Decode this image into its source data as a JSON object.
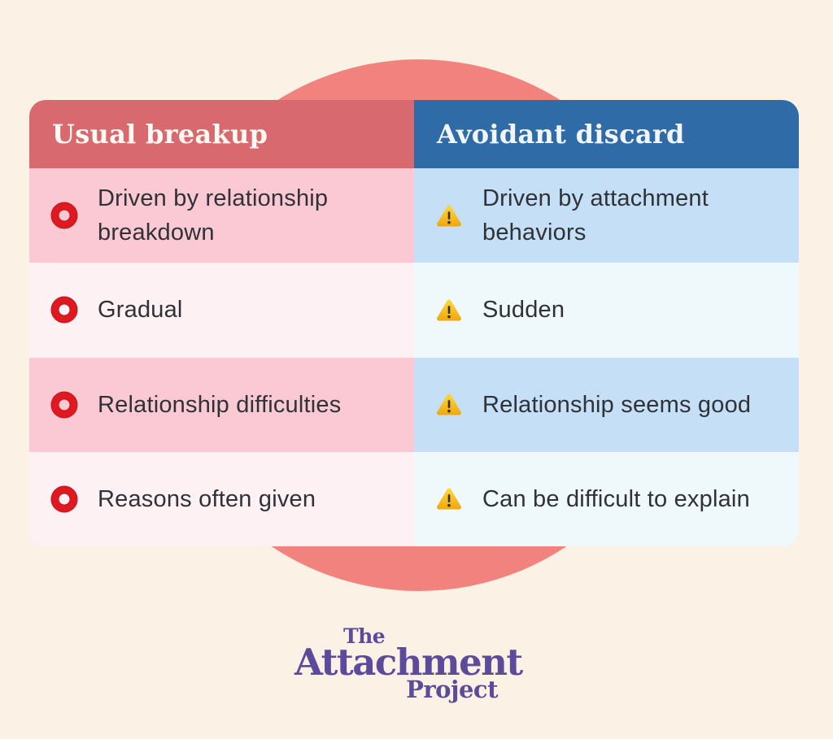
{
  "table": {
    "columns": [
      {
        "id": "usual-breakup",
        "header": "Usual breakup",
        "icon": "circle-outline-icon",
        "rows": [
          "Driven by relationship breakdown",
          "Gradual",
          "Relationship difficulties",
          "Reasons often given"
        ]
      },
      {
        "id": "avoidant-discard",
        "header": "Avoidant discard",
        "icon": "warning-triangle-icon",
        "rows": [
          "Driven by attachment behaviors",
          "Sudden",
          "Relationship seems good",
          "Can be difficult to explain"
        ]
      }
    ]
  },
  "logo": {
    "line1": "The",
    "line2": "Attachment",
    "line3": "Project"
  },
  "colors": {
    "background": "#FBF2E5",
    "decor_circle": "#F2827E",
    "usual_header_bg": "#D8696F",
    "avoidant_header_bg": "#2F6BA6",
    "usual_row_dark": "#FBC9D3",
    "usual_row_light": "#FEF1F4",
    "avoidant_row_dark": "#C4DFF6",
    "avoidant_row_light": "#EFF8FB",
    "body_text": "#2F3237",
    "ring_icon_red": "#E01920",
    "warning_icon_gold": "#F7B813",
    "logo_purple": "#5C4A9B"
  }
}
